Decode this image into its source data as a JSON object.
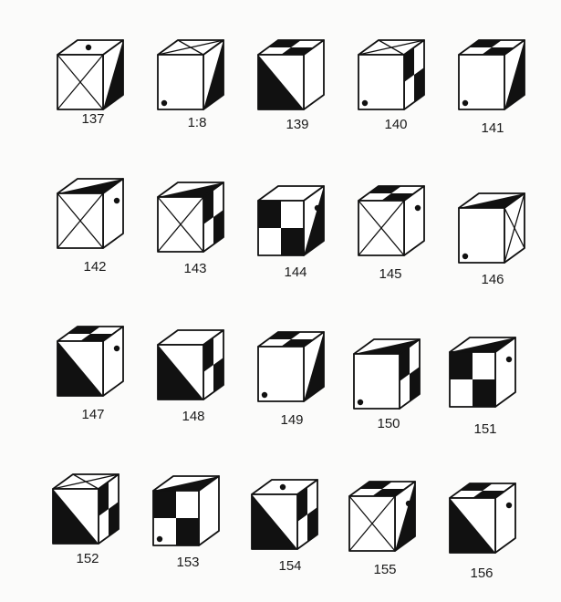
{
  "colors": {
    "ink": "#111111",
    "paper": "#fbfbfa"
  },
  "cubes": [
    {
      "label": "137"
    },
    {
      "label": "1:8"
    },
    {
      "label": "139"
    },
    {
      "label": "140"
    },
    {
      "label": "141"
    },
    {
      "label": "142"
    },
    {
      "label": "143"
    },
    {
      "label": "144"
    },
    {
      "label": "145"
    },
    {
      "label": "146"
    },
    {
      "label": "147"
    },
    {
      "label": "148"
    },
    {
      "label": "149"
    },
    {
      "label": "150"
    },
    {
      "label": "151"
    },
    {
      "label": "152"
    },
    {
      "label": "153"
    },
    {
      "label": "154"
    },
    {
      "label": "155"
    },
    {
      "label": "156"
    }
  ]
}
